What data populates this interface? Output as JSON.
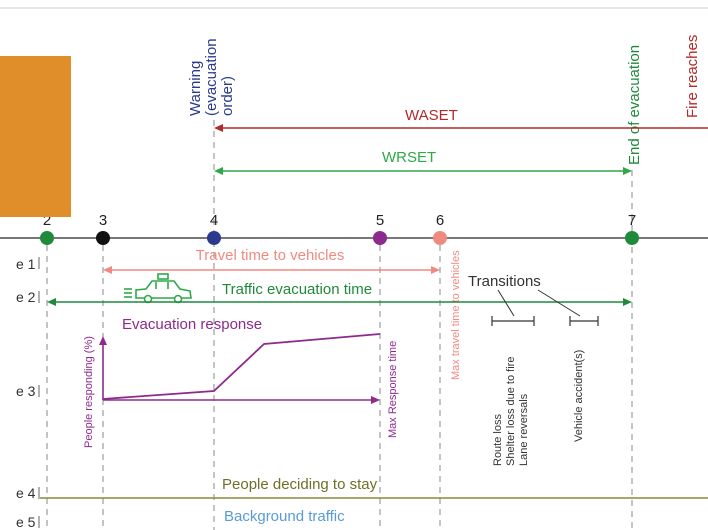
{
  "events": {
    "warning": [
      "Warning",
      "(evacuation",
      "order)"
    ],
    "end_of_evacuation": "End of evacuation",
    "fire_reaches": "Fire reaches"
  },
  "points": [
    {
      "label": "2",
      "color": "#1f8a3a"
    },
    {
      "label": "3",
      "color": "#111111"
    },
    {
      "label": "4",
      "color": "#2b3a8c"
    },
    {
      "label": "5",
      "color": "#8e2a8e"
    },
    {
      "label": "6",
      "color": "#f08a80"
    },
    {
      "label": "7",
      "color": "#1f8a3a"
    }
  ],
  "intervals": {
    "waset": "WASET",
    "wrset": "WRSET",
    "travel_time": "Travel time to vehicles",
    "traffic_time": "Traffic evacuation time"
  },
  "phases": [
    "e 1",
    "e 2",
    "e 3",
    "e 4",
    "e 5"
  ],
  "labels": {
    "evacuation_response": "Evacuation response",
    "people_responding": "People responding (%)",
    "max_response_time": "Max Response time",
    "max_travel_time": "Max travel time to vehicles",
    "transitions": "Transitions",
    "route_loss": "Route loss",
    "shelter_loss": "Shelter loss due to fire",
    "lane_reversals": "Lane reversals",
    "vehicle_accidents": "Vehicle accident(s)",
    "people_staying": "People deciding to stay",
    "background_traffic": "Background traffic"
  },
  "colors": {
    "waset": "#b22a2a",
    "wrset": "#2fa84a",
    "travel": "#f08a80",
    "traffic": "#1f8a3a",
    "response": "#8e2a8e",
    "stay": "#8a8a3a",
    "background": "#5a9ad8",
    "accent": "#e08e2a"
  }
}
